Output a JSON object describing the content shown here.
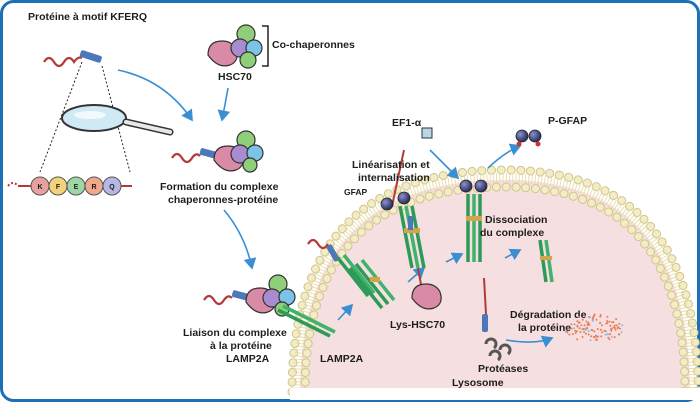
{
  "labels": {
    "kferq_protein": "Protéine à motif KFERQ",
    "co_chaperones": "Co-chaperonnes",
    "hsc70": "HSC70",
    "complex_formation_1": "Formation du complexe",
    "complex_formation_2": "chaperonnes-protéine",
    "binding_1": "Liaison du complexe",
    "binding_2": "à la protéine",
    "binding_3": "LAMP2A",
    "lamp2a": "LAMP2A",
    "ef1a": "EF1-α",
    "p_gfap": "P-GFAP",
    "linearisation_1": "Linéarisation et",
    "linearisation_2": "internalisation",
    "gfap": "GFAP",
    "dissociation_1": "Dissociation",
    "dissociation_2": "du complexe",
    "lys_hsc70": "Lys-HSC70",
    "degradation_1": "Dégradation de",
    "degradation_2": "la protéine",
    "proteases": "Protéases",
    "lysosome": "Lysosome"
  },
  "motif": [
    "K",
    "F",
    "E",
    "R",
    "Q"
  ],
  "colors": {
    "frame": "#1f6fb5",
    "arrow": "#3a8fd4",
    "protein_line": "#b23a3a",
    "motif_bar": "#4a78b8",
    "chaperone_pink": "#d98aa6",
    "chaperone_green": "#8fcf7a",
    "chaperone_blue": "#7cc3e8",
    "chaperone_purple": "#a98bd0",
    "lamp2a": "#2e9a58",
    "membrane_head": "#f3ecc4",
    "lumen": "#f6dfe0",
    "gfap_sphere": "#4a4f86",
    "proteolysis": "#e77e55"
  }
}
